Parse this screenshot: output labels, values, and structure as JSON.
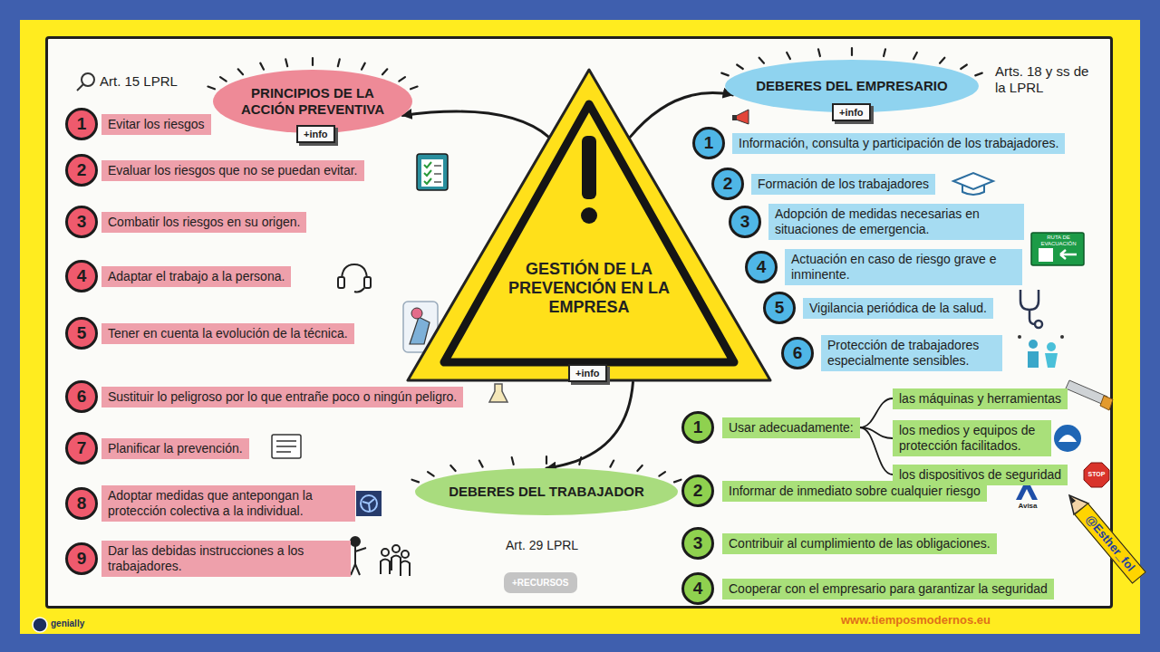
{
  "diagram": {
    "nodes": [
      {
        "text": [
          "GESTIÓN DE LA PREVENCIÓN EN LA EMPRESA"
        ]
      },
      {
        "text": [
          "PRINCIPIOS DE LA ACCIÓN PREVENTIVA"
        ]
      },
      {
        "text": [
          "+info"
        ]
      },
      {
        "text": [
          "1"
        ]
      },
      {
        "text": [
          "Evitar los riesgos"
        ]
      },
      {
        "text": [
          "2"
        ]
      },
      {
        "text": [
          "Evaluar los riesgos que no se puedan evitar."
        ]
      },
      {
        "text": [
          "3"
        ]
      },
      {
        "text": [
          "Combatir los riesgos en su origen."
        ]
      },
      {
        "text": [
          "4"
        ]
      },
      {
        "text": [
          "Adaptar el trabajo a la persona."
        ]
      },
      {
        "text": [
          "5"
        ]
      },
      {
        "text": [
          "Tener en cuenta la evolución de la técnica."
        ]
      },
      {
        "text": [
          "6"
        ]
      },
      {
        "text": [
          "Sustituir lo peligroso por lo que entrañe poco o ningún peligro."
        ]
      },
      {
        "text": [
          "7"
        ]
      },
      {
        "text": [
          "Planificar la prevención."
        ]
      },
      {
        "text": [
          "8"
        ]
      },
      {
        "text": [
          "Adoptar medidas que antepongan la protección colectiva a la individual."
        ]
      },
      {
        "text": [
          "9"
        ]
      },
      {
        "text": [
          "Dar las debidas instrucciones a los trabajadores."
        ]
      },
      {
        "text": [
          "DEBERES DEL EMPRESARIO"
        ]
      },
      {
        "text": [
          "+info"
        ]
      },
      {
        "text": [
          "1"
        ]
      },
      {
        "text": [
          "Información, consulta y participación de los trabajadores."
        ]
      },
      {
        "text": [
          "2"
        ]
      },
      {
        "text": [
          "Formación de los trabajadores"
        ]
      },
      {
        "text": [
          "3"
        ]
      },
      {
        "text": [
          "Adopción de medidas necesarias en situaciones de emergencia."
        ]
      },
      {
        "text": [
          "4"
        ]
      },
      {
        "text": [
          "Actuación en caso de riesgo grave e inminente."
        ]
      },
      {
        "text": [
          "5"
        ]
      },
      {
        "text": [
          "Vigilancia periódica de la salud."
        ]
      },
      {
        "text": [
          "6"
        ]
      },
      {
        "text": [
          "Protección de trabajadores especialmente sensibles."
        ]
      },
      {
        "text": [
          "+info"
        ]
      },
      {
        "text": [
          "DEBERES DEL TRABAJADOR"
        ]
      },
      {
        "text": [
          "+RECURSOS"
        ]
      },
      {
        "text": [
          "1"
        ]
      },
      {
        "text": [
          "Usar adecuadamente:"
        ]
      },
      {
        "text": [
          "las máquinas y herramientas"
        ]
      },
      {
        "text": [
          "los medios y equipos de protección facilitados."
        ]
      },
      {
        "text": [
          "los dispositivos de seguridad"
        ]
      },
      {
        "text": [
          "2"
        ]
      },
      {
        "text": [
          "Informar de inmediato sobre cualquier riesgo"
        ]
      },
      {
        "text": [
          "3"
        ]
      },
      {
        "text": [
          "Contribuir al cumplimiento de las obligaciones."
        ]
      },
      {
        "text": [
          "4"
        ]
      },
      {
        "text": [
          "Cooperar con el empresario para garantizar la seguridad"
        ]
      }
    ],
    "edges": [
      {
        "from": 0,
        "to": 1,
        "arrow": "to"
      },
      {
        "from": 0,
        "to": 21,
        "arrow": "to"
      },
      {
        "from": 0,
        "to": 36,
        "arrow": "to"
      },
      {
        "from": 39,
        "to": 40,
        "arrow": "none"
      },
      {
        "from": 39,
        "to": 41,
        "arrow": "none"
      },
      {
        "from": 39,
        "to": 42,
        "arrow": "none"
      }
    ],
    "labels": [
      "Art. 15 LPRL",
      "Arts. 18 y ss de la LPRL",
      "Art. 29 LPRL",
      "RUTA DE EVACUACIÓN",
      "STOP",
      "Avisa",
      "@Esther_fol",
      "www.tiemposmodernos.eu",
      "genially"
    ]
  }
}
